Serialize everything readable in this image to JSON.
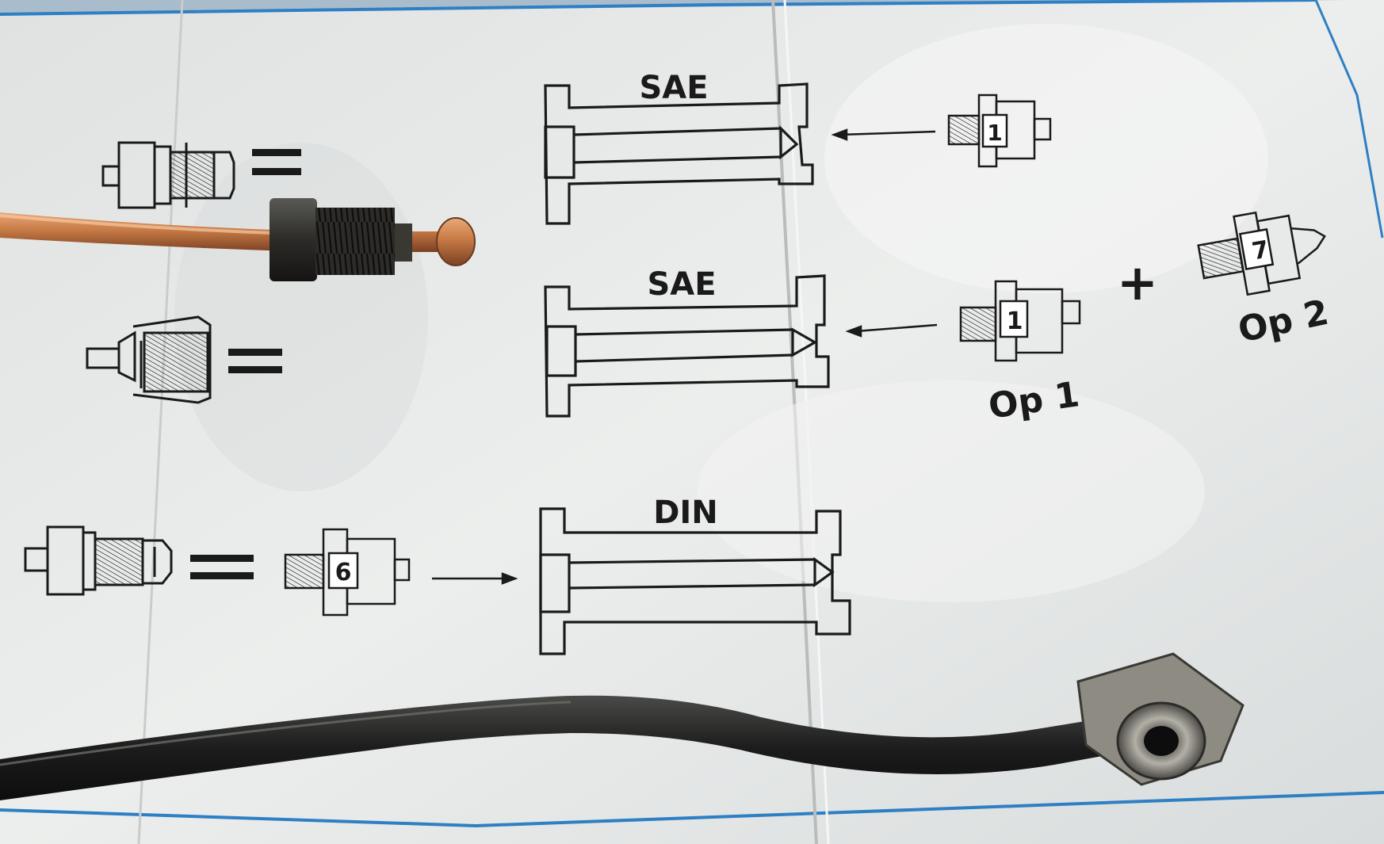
{
  "diagram": {
    "rows": [
      {
        "die_label": "SAE"
      },
      {
        "die_label": "SAE",
        "option_labels": [
          "Op 1",
          "Op 2"
        ],
        "plus": "+"
      },
      {
        "die_label": "DIN"
      }
    ],
    "tool_numbers": [
      "1",
      "1",
      "7",
      "6"
    ],
    "equals_sign": "="
  },
  "colors": {
    "paper": "#e9ebea",
    "ink": "#1a1a1a",
    "copper_pipe": "#c77a45",
    "black_pipe": "#1c1c1c",
    "table_edge": "#2e7fc4"
  }
}
